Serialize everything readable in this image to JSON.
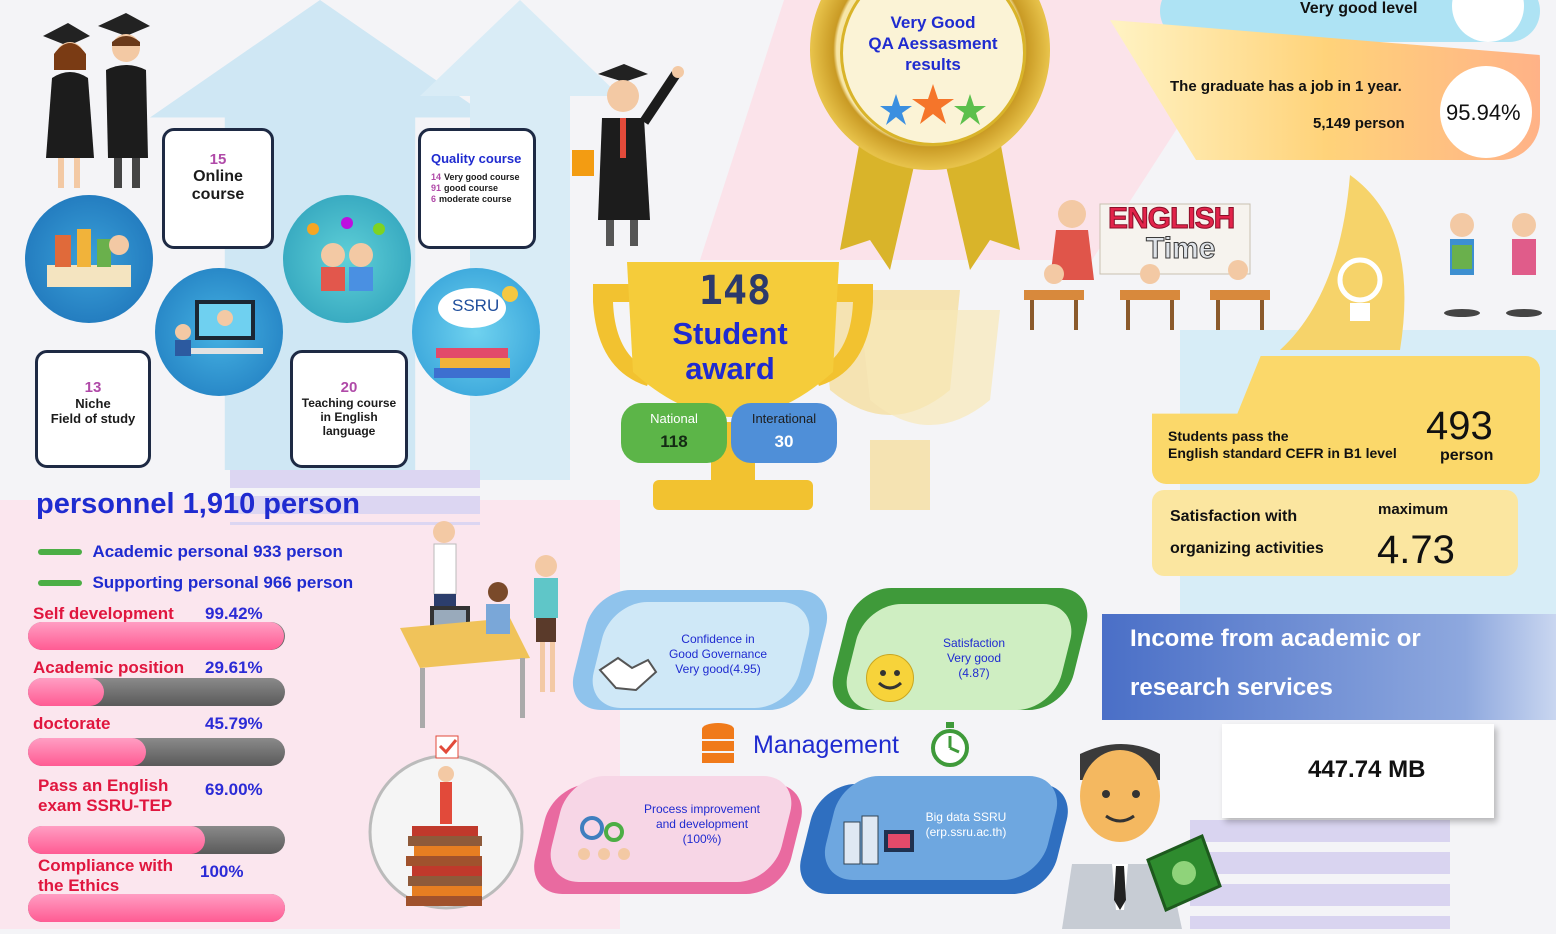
{
  "top_right": {
    "very_good_level_label": "Very good level",
    "graduate_job_label": "The graduate has a job in 1 year.",
    "graduate_job_count": "5,149 person",
    "graduate_job_percent": "95.94%"
  },
  "qa_badge": {
    "line1": "Very Good",
    "line2": "QA Aessasment",
    "line3": "results"
  },
  "courses": {
    "online_count": "15",
    "online_label1": "Online",
    "online_label2": "course",
    "quality_title": "Quality course",
    "quality_items": [
      {
        "num": "14",
        "text": "Very good  course"
      },
      {
        "num": "91",
        "text": "good course"
      },
      {
        "num": "6",
        "text": "moderate course"
      }
    ],
    "niche_count": "13",
    "niche_label1": "Niche",
    "niche_label2": "Field of study",
    "english_count": "20",
    "english_label1": "Teaching course",
    "english_label2": "in English",
    "english_label3": "language",
    "ssru_logo": "SSRU"
  },
  "award": {
    "count": "148",
    "line1": "Student",
    "line2": "award",
    "national_label": "National",
    "national_value": "118",
    "international_label": "Interational",
    "international_value": "30"
  },
  "english_time": {
    "word1": "ENGLISH",
    "word2": "Time"
  },
  "cefr": {
    "label1": "Students pass the",
    "label2": "English standard CEFR in B1 level",
    "value": "493",
    "unit": "person"
  },
  "satisfaction_activities": {
    "label1": "Satisfaction with",
    "label2": "organizing activities",
    "max_label": "maximum",
    "value": "4.73"
  },
  "personnel": {
    "title": "personnel 1,910 person",
    "academic": "Academic personal 933 person",
    "supporting": "Supporting personal 966 person"
  },
  "bars": [
    {
      "label1": "Self development",
      "label2": "",
      "value": "99.42%",
      "fraction": 0.9942
    },
    {
      "label1": "Academic position",
      "label2": "",
      "value": "29.61%",
      "fraction": 0.2961
    },
    {
      "label1": "doctorate",
      "label2": "",
      "value": "45.79%",
      "fraction": 0.4579
    },
    {
      "label1": "Pass an  English",
      "label2": "exam SSRU-TEP",
      "value": "69.00%",
      "fraction": 0.69
    },
    {
      "label1": "Compliance with",
      "label2": "the Ethics",
      "value": "100%",
      "fraction": 1.0
    }
  ],
  "management": {
    "title": "Management",
    "governance": {
      "line1": "Confidence in",
      "line2": "Good Governance",
      "line3": "Very good(4.95)"
    },
    "satisfaction": {
      "line1": "Satisfaction",
      "line2": "Very good",
      "line3": "(4.87)"
    },
    "process": {
      "line1": "Process improvement",
      "line2": "and development",
      "line3": "(100%)"
    },
    "bigdata": {
      "line1": "Big data SSRU",
      "line2": "(erp.ssru.ac.th)"
    }
  },
  "income": {
    "title1": "Income from academic or",
    "title2": "research services",
    "value": "447.74  MB"
  },
  "colors": {
    "navy": "#1f2bd0",
    "pink": "#ff5b93",
    "gold": "#f2c230",
    "blue_panel": "#4a70c8",
    "green": "#4cae45"
  }
}
